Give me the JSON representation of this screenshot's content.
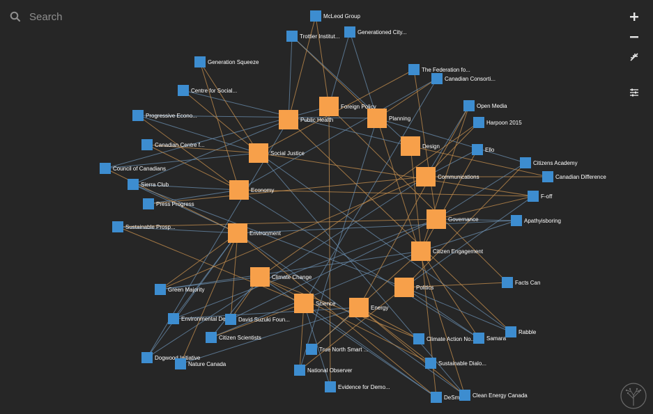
{
  "search": {
    "label": "Search",
    "icon": "search-icon"
  },
  "controls": [
    {
      "name": "zoom-in-button",
      "icon": "plus-icon"
    },
    {
      "name": "zoom-out-button",
      "icon": "minus-icon"
    },
    {
      "name": "collapse-button",
      "icon": "compress-icon"
    },
    {
      "name": "settings-button",
      "icon": "sliders-icon"
    }
  ],
  "logo": {
    "icon": "tree-logo-icon"
  },
  "colors": {
    "background": "#262626",
    "topic": "#f7a04a",
    "org": "#3d8dd0",
    "edge_topic": "#c9924f",
    "edge_org": "#6b8fb0"
  },
  "topics": [
    "Public Health",
    "Foreign Policy",
    "Planning",
    "Design",
    "Social Justice",
    "Economy",
    "Communications",
    "Governance",
    "Environment",
    "Citizen Engagement",
    "Climate Change",
    "Politics",
    "Science",
    "Energy"
  ],
  "organizations": [
    "McLeod Group",
    "Trottier Institut...",
    "Generationed City...",
    "Generation Squeeze",
    "The Federation fo...",
    "Canadian Consorti...",
    "Centre for Social...",
    "Open Media",
    "Progressive Econo...",
    "Harpoon 2015",
    "Canadian Centre f...",
    "Ello",
    "Citizens Academy",
    "Council of Canadians",
    "Canadian Difference",
    "Sierra Club",
    "F-off",
    "Press Progress",
    "Apathyisboring",
    "Sustainable Prosp...",
    "Facts Can",
    "Green Majority",
    "Rabble",
    "Environmental Def...",
    "David Suzuki Foun...",
    "Citizen Scientists",
    "Climate Action No...",
    "Samara",
    "True North Smart ...",
    "Dogwood Initiative",
    "Nature Canada",
    "Sustainable Dialo...",
    "National Observer",
    "Evidence for Demo...",
    "DeSmog",
    "Clean Energy Canada"
  ]
}
